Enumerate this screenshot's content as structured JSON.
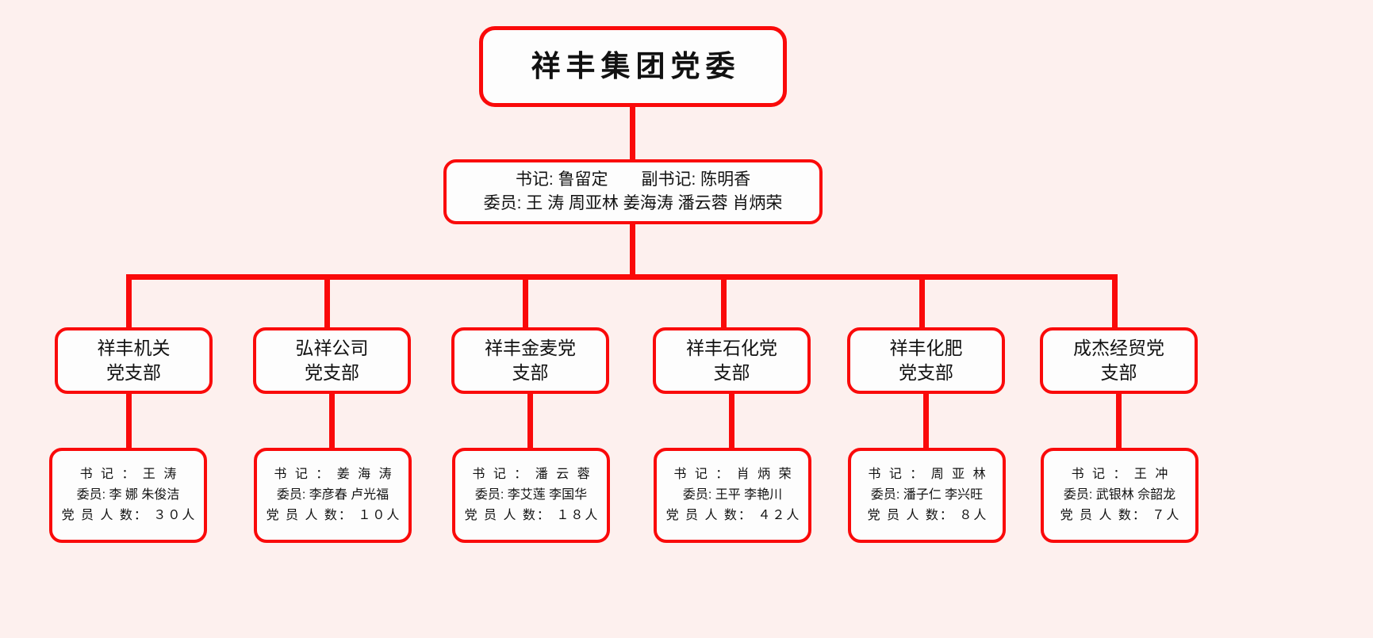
{
  "theme": {
    "background": "#fdf0ee",
    "line_color": "#fa0a0a",
    "box_fill": "#fdfdfd",
    "text_color": "#111111"
  },
  "root": {
    "title": "祥丰集团党委"
  },
  "committee": {
    "line1": "书记: 鲁留定　　副书记: 陈明香",
    "line2": "委员: 王 涛 周亚林 姜海涛 潘云蓉 肖炳荣"
  },
  "branches": [
    {
      "title": "祥丰机关\n党支部"
    },
    {
      "title": "弘祥公司\n党支部"
    },
    {
      "title": "祥丰金麦党\n支部"
    },
    {
      "title": "祥丰石化党\n支部"
    },
    {
      "title": "祥丰化肥\n党支部"
    },
    {
      "title": "成杰经贸党\n支部"
    }
  ],
  "details": [
    {
      "secretary": "书 记 ： 王 涛",
      "members": "委员: 李 娜  朱俊洁",
      "count": "党 员 人 数： ３０人"
    },
    {
      "secretary": "书 记 ： 姜 海 涛",
      "members": "委员: 李彦春  卢光福",
      "count": "党 员 人 数： １０人"
    },
    {
      "secretary": "书 记 ： 潘 云 蓉",
      "members": "委员: 李艾莲  李国华",
      "count": "党 员 人 数： １８人"
    },
    {
      "secretary": "书 记 ： 肖 炳 荣",
      "members": "委员: 王平    李艳川",
      "count": "党 员 人 数： ４２人"
    },
    {
      "secretary": "书 记 ： 周 亚 林",
      "members": "委员: 潘子仁  李兴旺",
      "count": "党 员 人 数： ８人"
    },
    {
      "secretary": "书 记 ： 王 冲",
      "members": "委员: 武银林  佘韶龙",
      "count": "党 员 人 数： ７人"
    }
  ]
}
